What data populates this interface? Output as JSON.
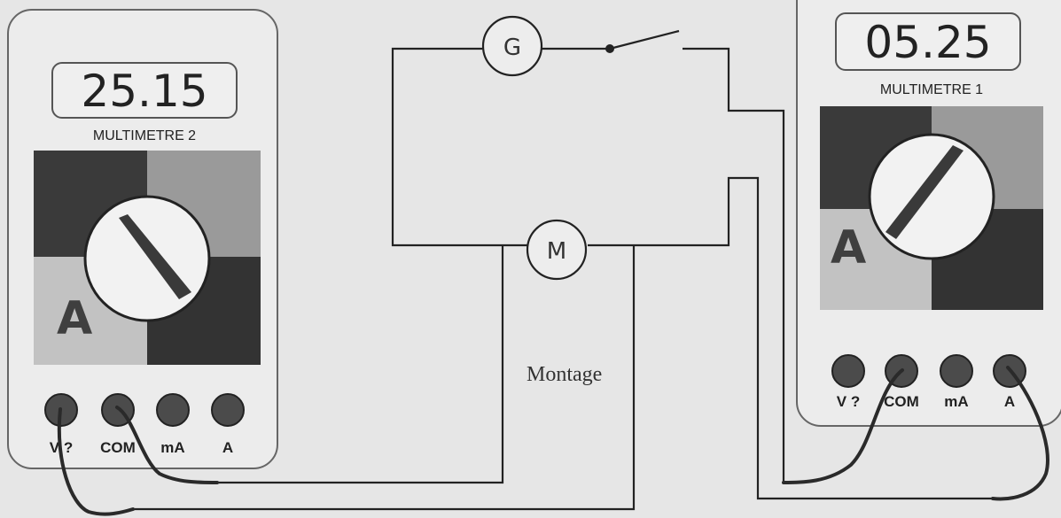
{
  "meter_left": {
    "reading": "25.15",
    "name": "MULTIMETRE 2",
    "range_letter": "A",
    "terminals": [
      "V ?",
      "COM",
      "mA",
      "A"
    ]
  },
  "meter_right": {
    "reading": "05.25",
    "name": "MULTIMETRE 1",
    "range_letter": "A",
    "terminals": [
      "V ?",
      "COM",
      "mA",
      "A"
    ]
  },
  "circuit": {
    "generator_label": "G",
    "motor_label": "M",
    "caption": "Montage"
  },
  "colors": {
    "background": "#e6e6e6",
    "wire": "#222222",
    "lead": "#2a2a2a"
  }
}
